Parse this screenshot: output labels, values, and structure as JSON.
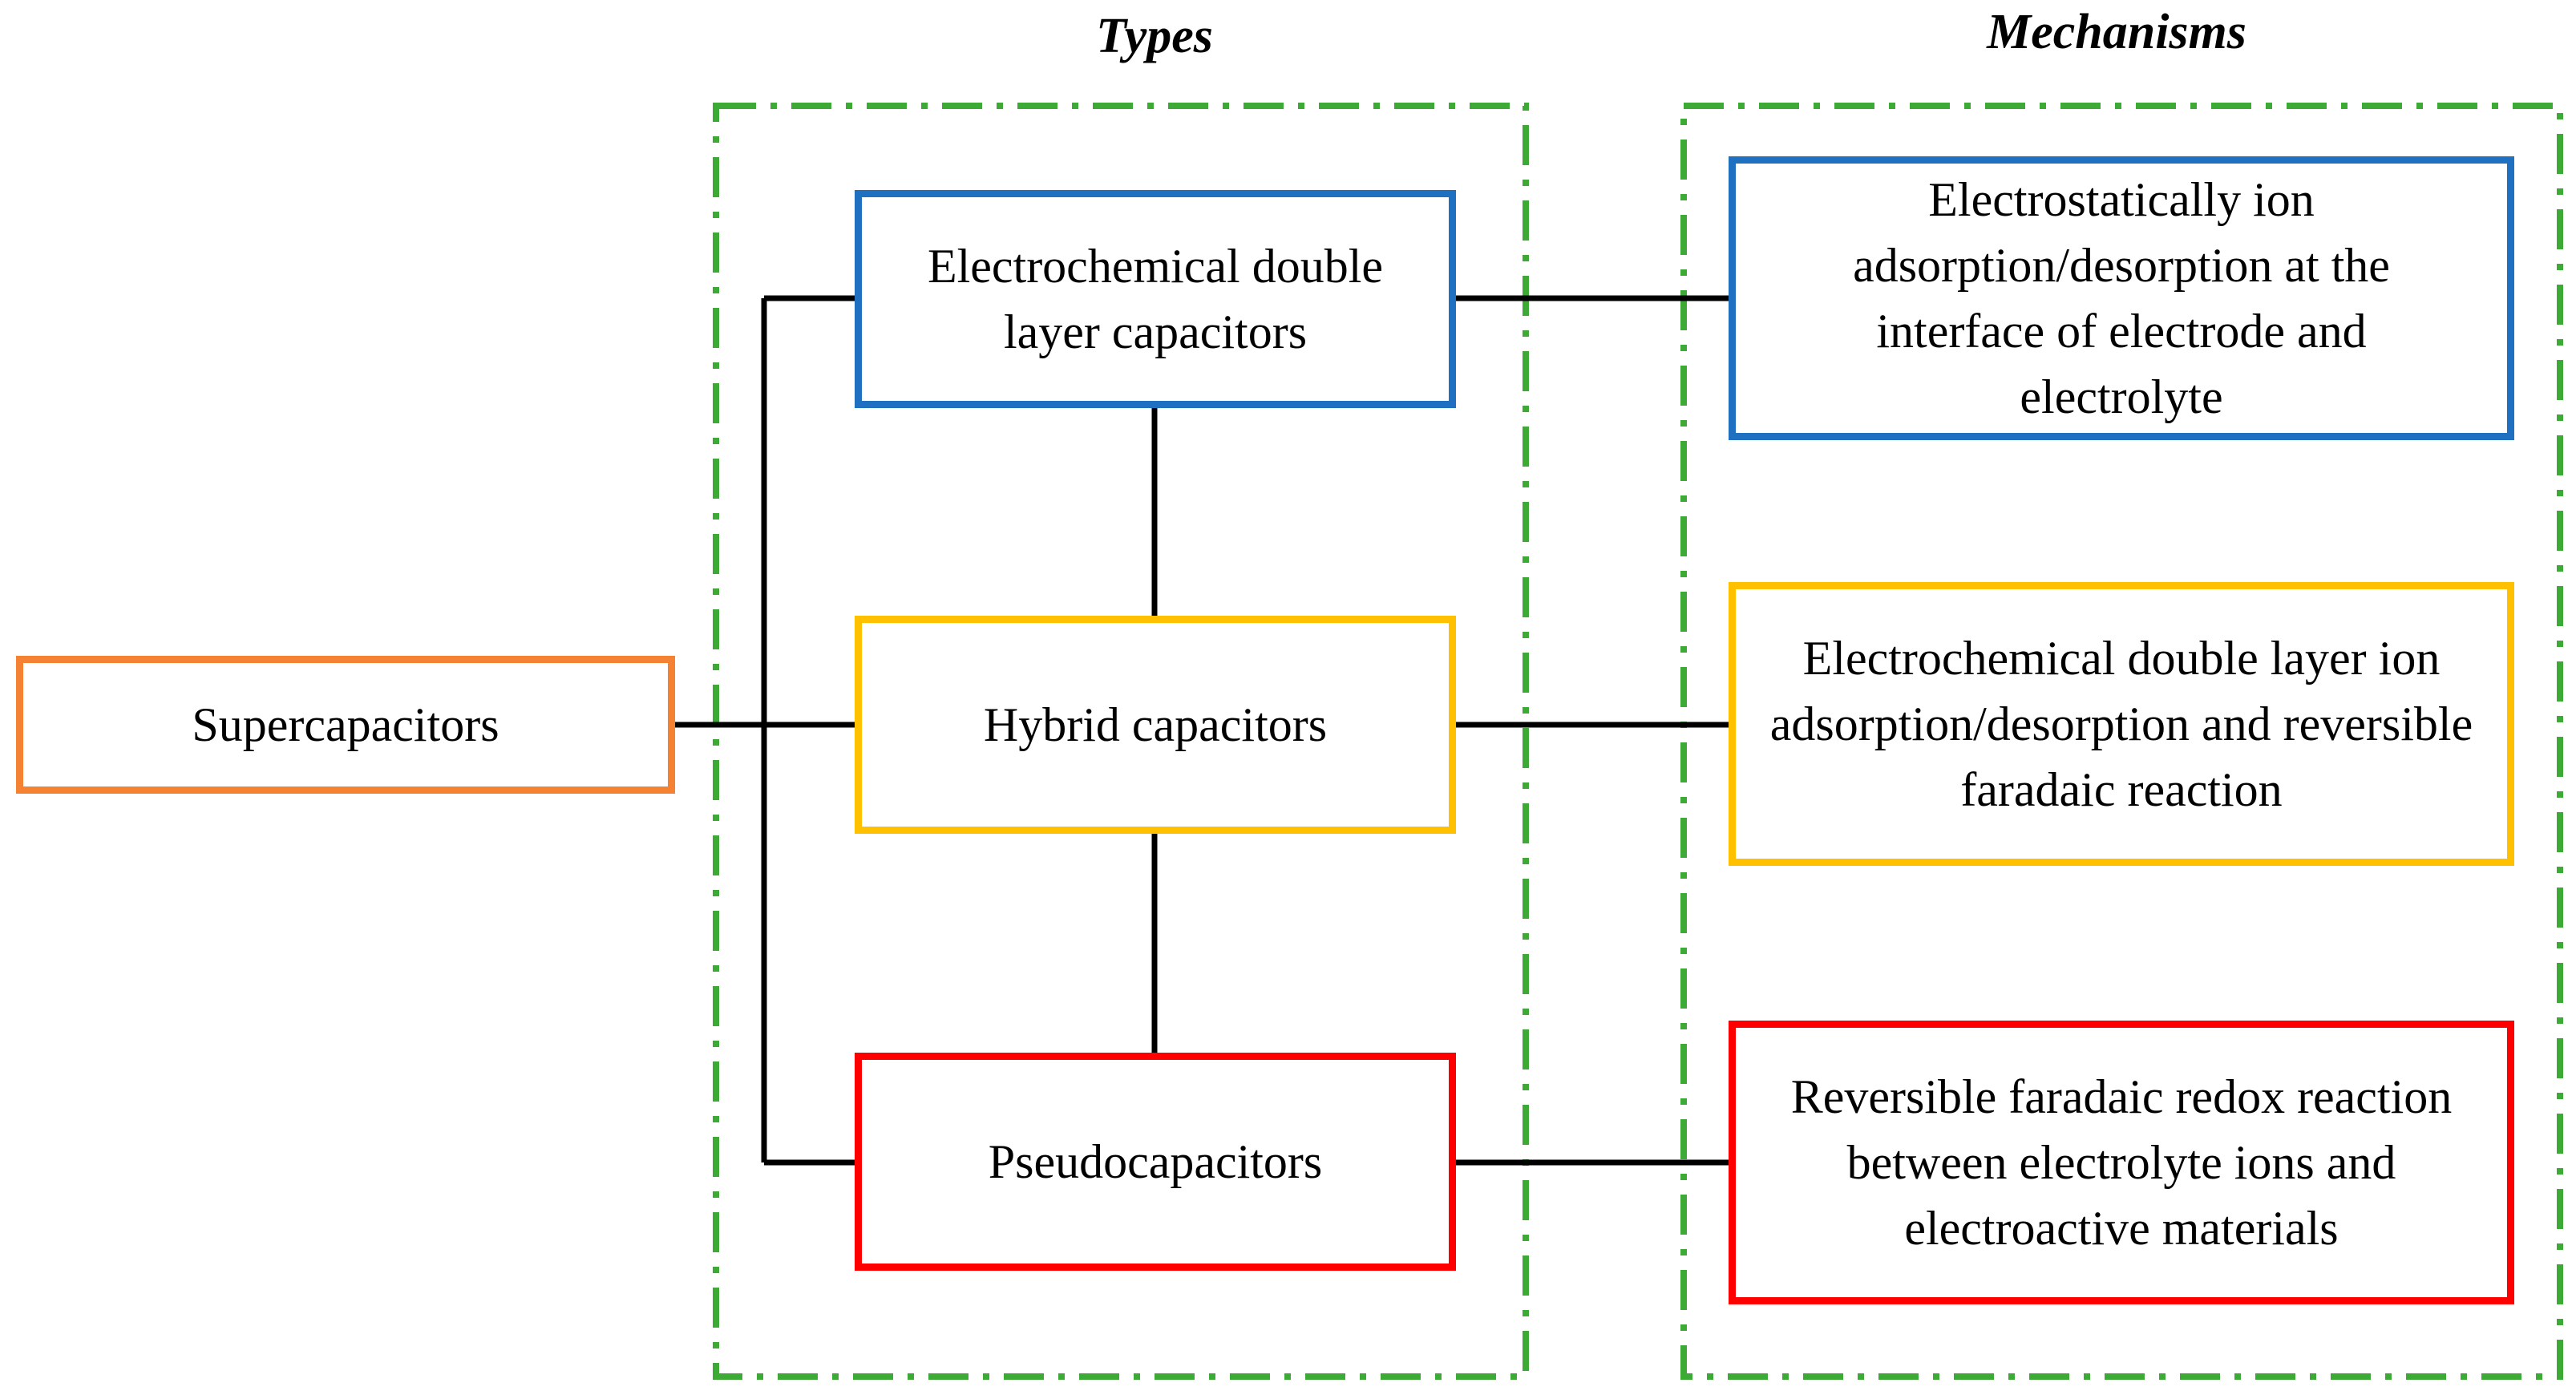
{
  "headings": {
    "types": "Types",
    "mechanisms": "Mechanisms"
  },
  "root": {
    "label": "Supercapacitors"
  },
  "types": [
    {
      "label": "Electrochemical double layer capacitors"
    },
    {
      "label": "Hybrid capacitors"
    },
    {
      "label": "Pseudocapacitors"
    }
  ],
  "mechanisms": [
    {
      "label": "Electrostatically ion adsorption/desorption at the interface of electrode and electrolyte"
    },
    {
      "label": "Electrochemical double layer ion adsorption/desorption and reversible faradaic reaction"
    },
    {
      "label": "Reversible faradaic redox reaction between electrolyte ions and electroactive materials"
    }
  ],
  "colors": {
    "root_border": "#F58233",
    "edlc_border": "#1F70C1",
    "hybrid_border": "#FFC000",
    "pseudo_border": "#FF0000",
    "group_border": "#3DAA35",
    "connector": "#000000"
  }
}
